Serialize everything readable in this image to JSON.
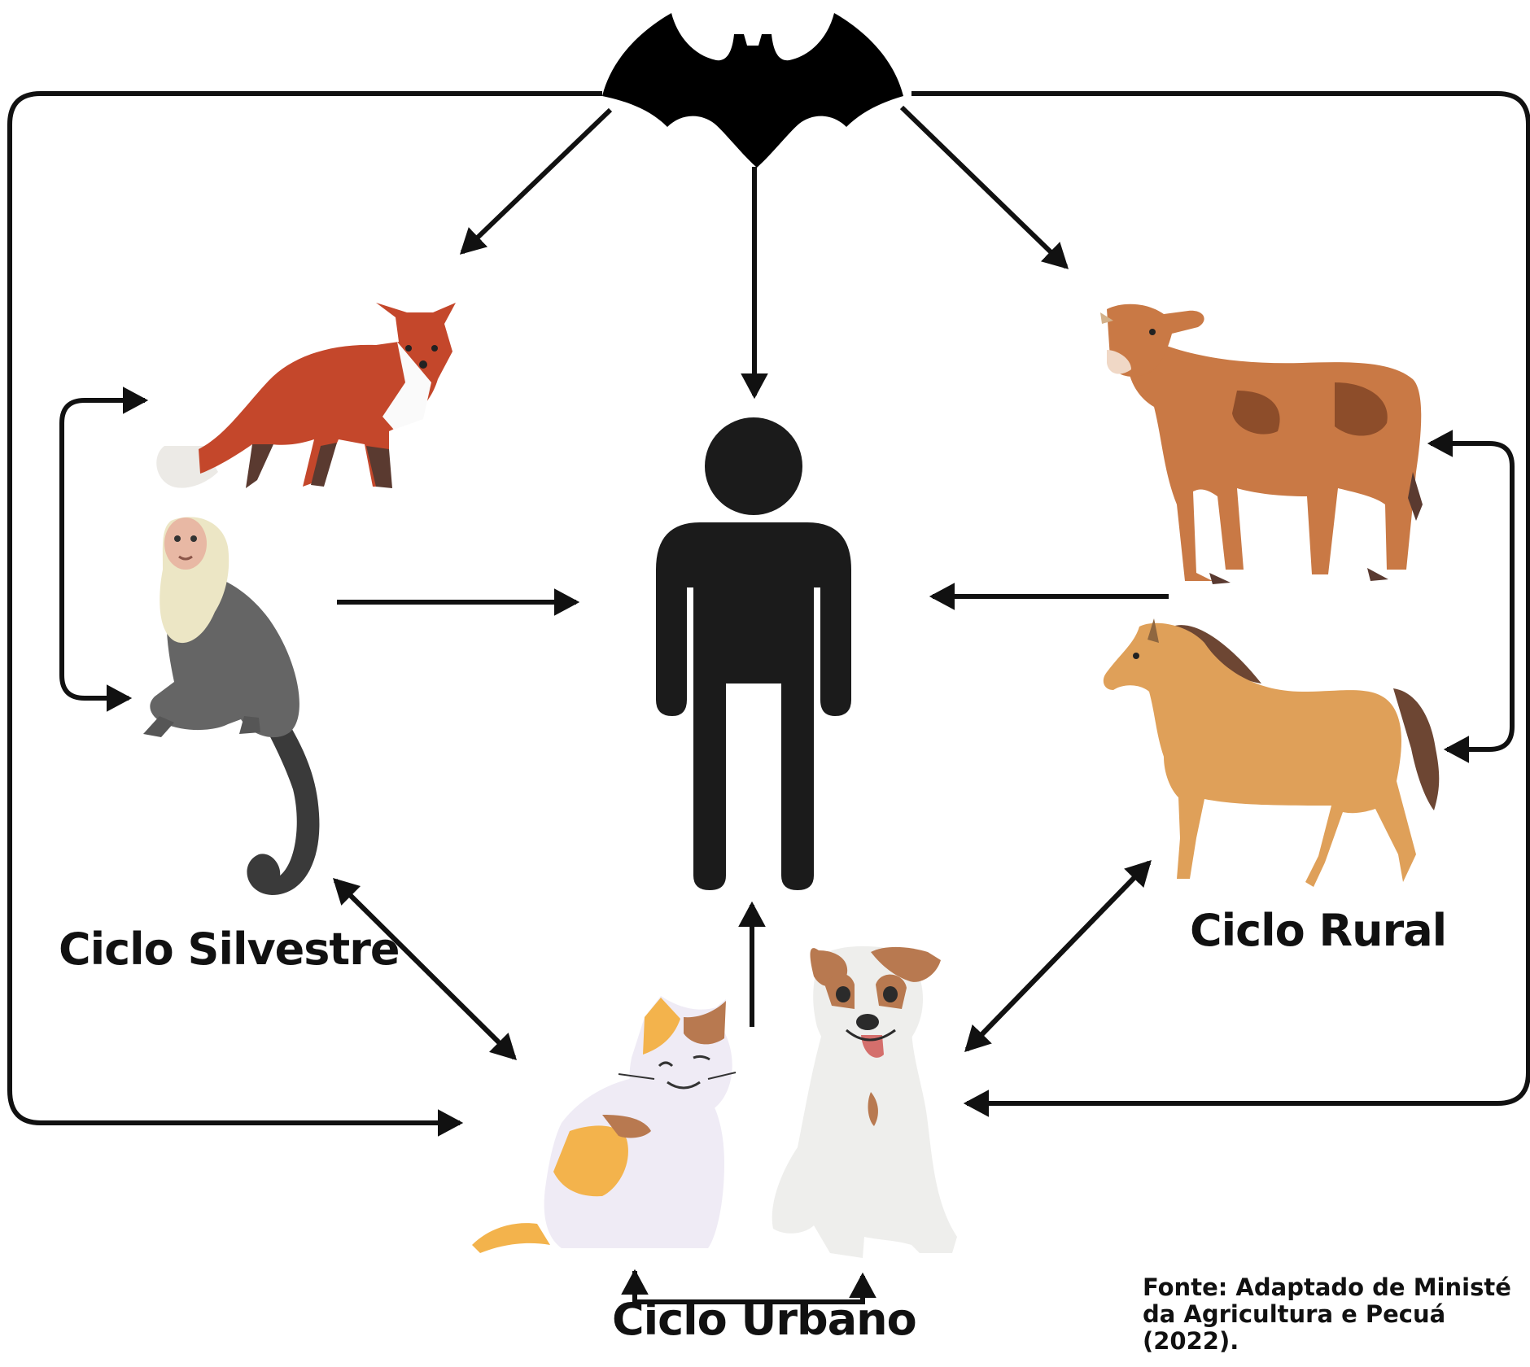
{
  "cycles": {
    "silvestre": "Ciclo Silvestre",
    "rural": "Ciclo Rural",
    "urbano": "Ciclo Urbano"
  },
  "source": {
    "line1": "Fonte: Adaptado de Ministé",
    "line2": "da  Agricultura  e  Pecuá",
    "line3": "(2022)."
  },
  "colors": {
    "ink": "#111111",
    "fox": "#c4472b",
    "cow": "#c97945",
    "horse": "#dfa059",
    "monkey_body": "#676767",
    "monkey_face": "#ece6c5",
    "cat": "#f3b34c",
    "dog_patch": "#b87950"
  },
  "icons": [
    "bat-icon",
    "person-icon",
    "fox-icon",
    "monkey-icon",
    "cow-icon",
    "horse-icon",
    "cat-icon",
    "dog-icon"
  ]
}
